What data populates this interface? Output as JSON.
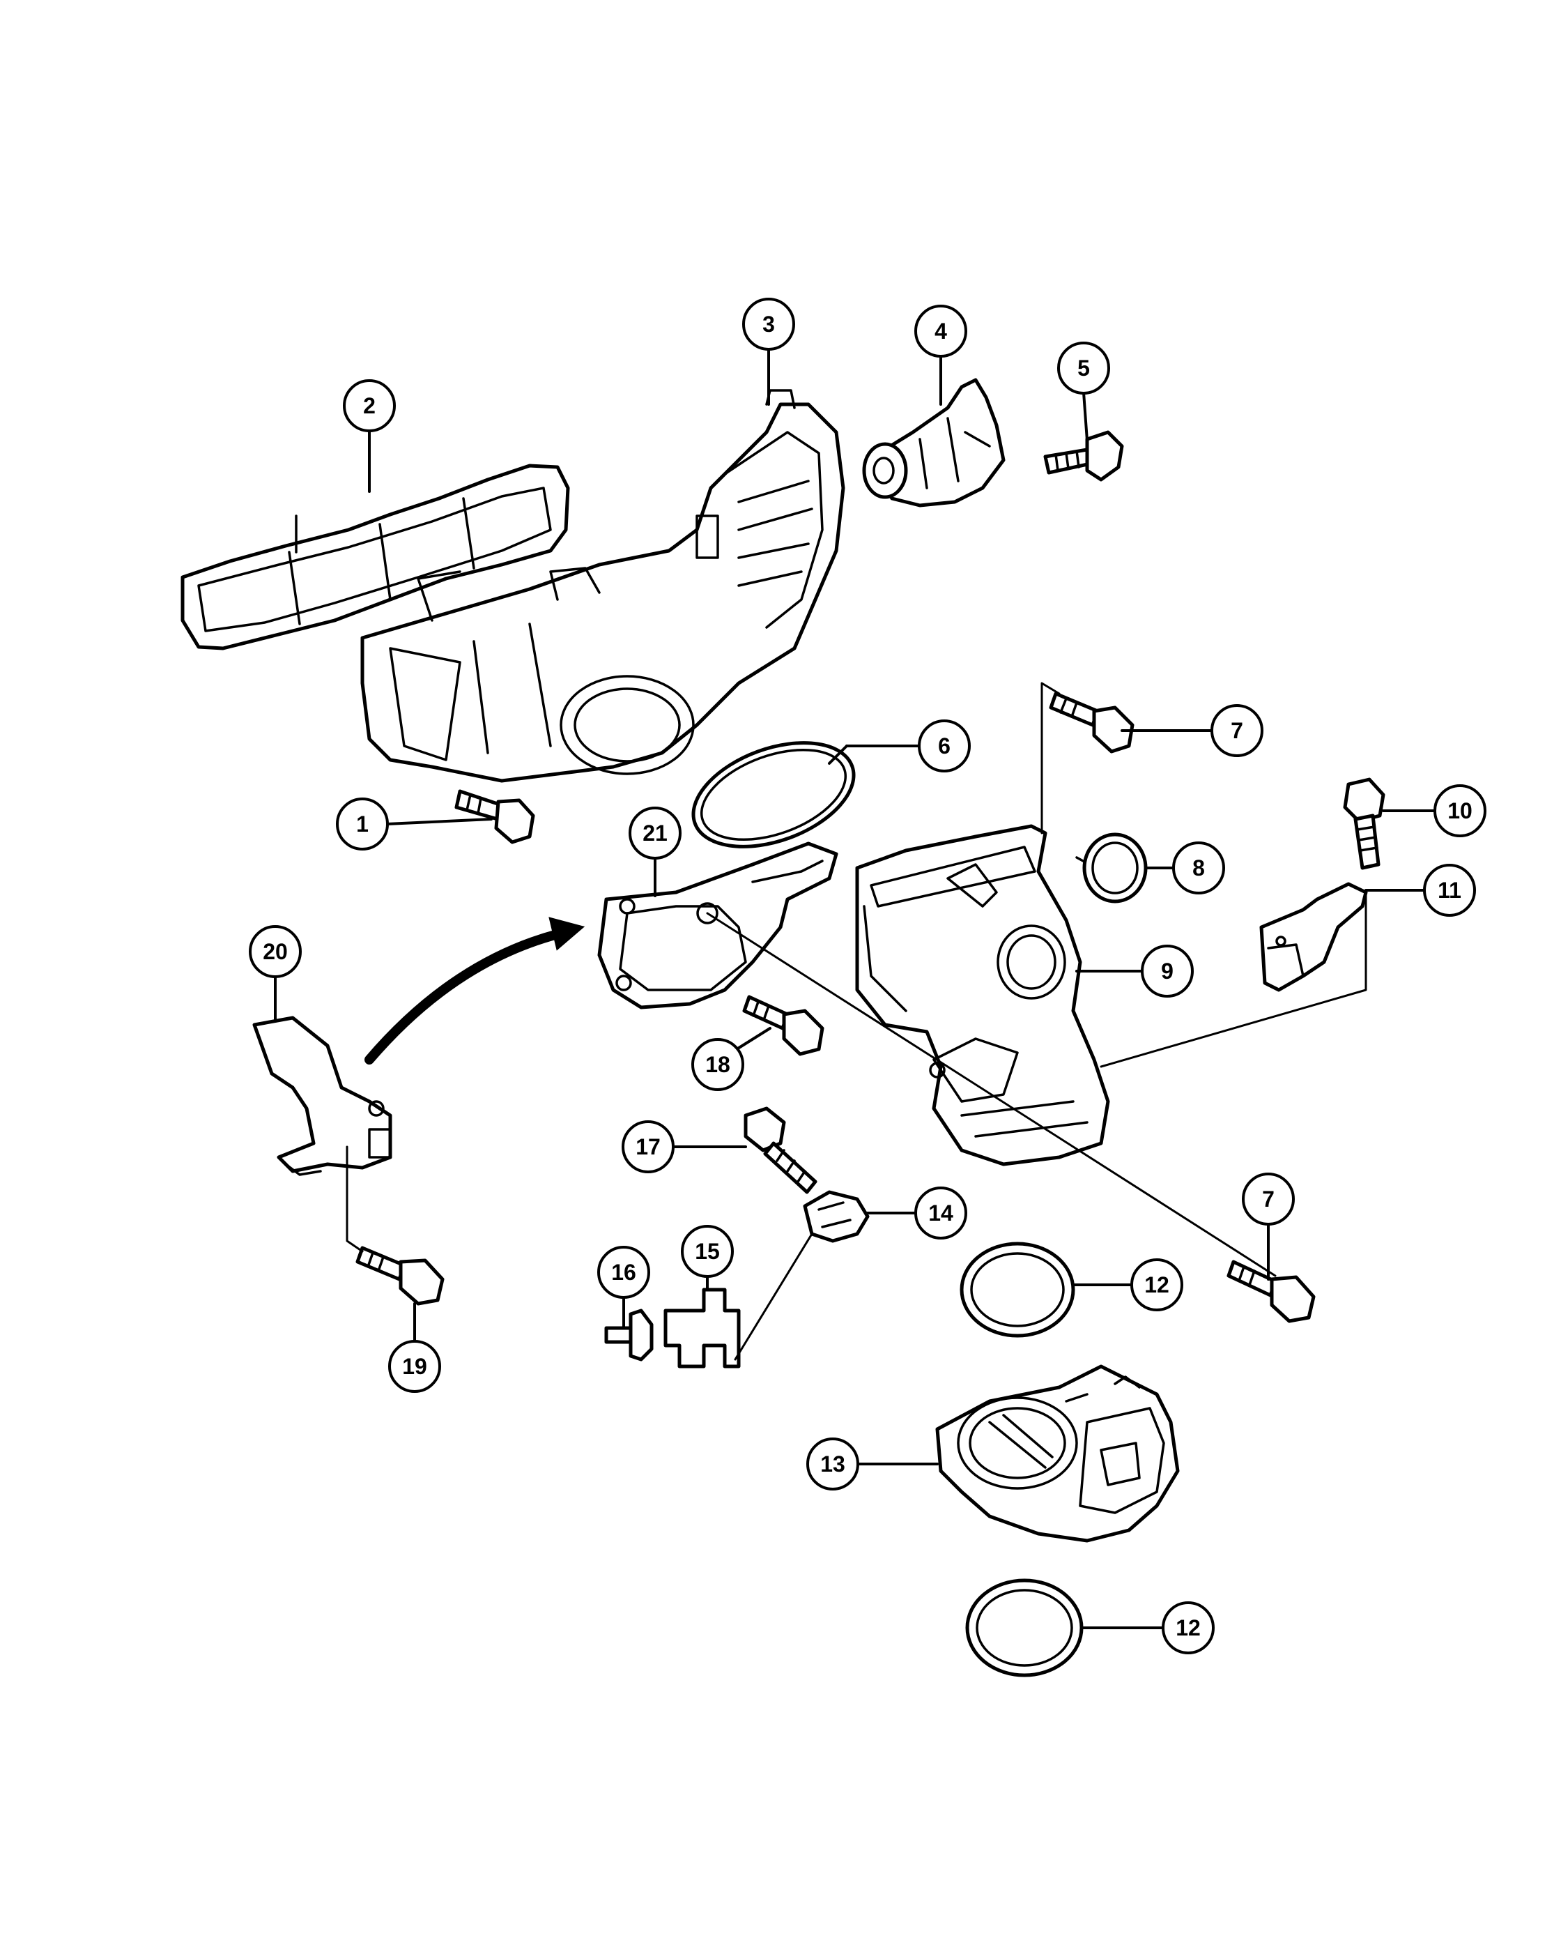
{
  "callouts": [
    {
      "id": "c1",
      "label": "1"
    },
    {
      "id": "c2",
      "label": "2"
    },
    {
      "id": "c3",
      "label": "3"
    },
    {
      "id": "c4",
      "label": "4"
    },
    {
      "id": "c5",
      "label": "5"
    },
    {
      "id": "c6",
      "label": "6"
    },
    {
      "id": "c7a",
      "label": "7"
    },
    {
      "id": "c7b",
      "label": "7"
    },
    {
      "id": "c8",
      "label": "8"
    },
    {
      "id": "c9",
      "label": "9"
    },
    {
      "id": "c10",
      "label": "10"
    },
    {
      "id": "c11",
      "label": "11"
    },
    {
      "id": "c12a",
      "label": "12"
    },
    {
      "id": "c12b",
      "label": "12"
    },
    {
      "id": "c13",
      "label": "13"
    },
    {
      "id": "c14",
      "label": "14"
    },
    {
      "id": "c15",
      "label": "15"
    },
    {
      "id": "c16",
      "label": "16"
    },
    {
      "id": "c17",
      "label": "17"
    },
    {
      "id": "c18",
      "label": "18"
    },
    {
      "id": "c19",
      "label": "19"
    },
    {
      "id": "c20",
      "label": "20"
    },
    {
      "id": "c21",
      "label": "21"
    }
  ]
}
